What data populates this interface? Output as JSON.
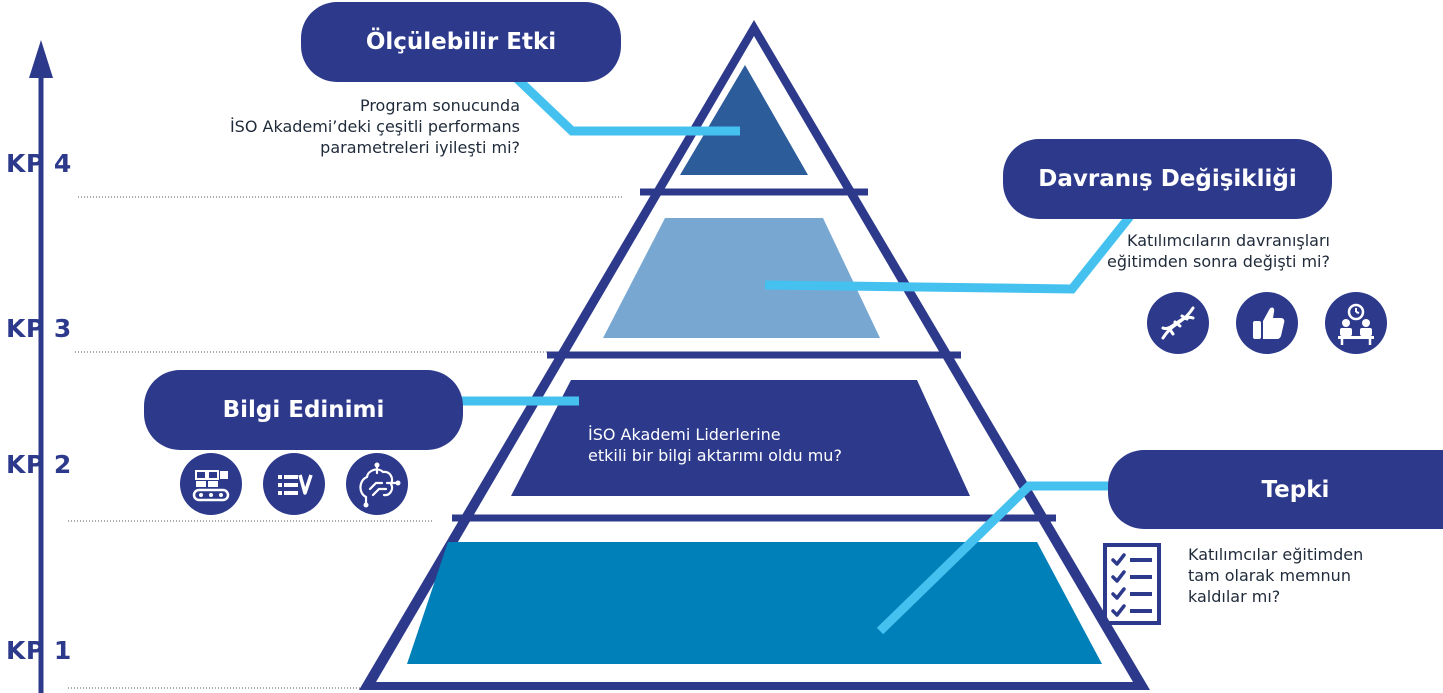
{
  "levels": {
    "kp4": "KP 4",
    "kp3": "KP 3",
    "kp2": "KP 2",
    "kp1": "KP 1"
  },
  "level4": {
    "title": "Ölçülebilir Etki",
    "question_lines": [
      "Program sonucunda",
      "İSO Akademi’deki çeşitli performans",
      "parametreleri iyileşti mi?"
    ]
  },
  "level3": {
    "title": "Davranış Değişikliği",
    "question_lines": [
      "Katılımcıların davranışları",
      "eğitimden sonra değişti mi?"
    ],
    "icons": [
      "dna-icon",
      "thumbs-up-icon",
      "meeting-icon"
    ]
  },
  "level2": {
    "title": "Bilgi Edinimi",
    "question_lines": [
      "İSO Akademi Liderlerine",
      "etkili bir bilgi aktarımı oldu mu?"
    ],
    "icons": [
      "conveyor-icon",
      "list-check-icon",
      "brain-circuit-icon"
    ]
  },
  "level1": {
    "title": "Tepki",
    "question_lines": [
      "Katılımcılar eğitimden",
      "tam olarak memnun",
      "kaldılar mı?"
    ],
    "icons": [
      "checklist-icon"
    ]
  },
  "colors": {
    "navy": "#2d3a8c",
    "level4_fill": "#2d5c9a",
    "level3_fill": "#78a8d2",
    "level2_fill": "#2d3a8c",
    "level1_fill": "#0080b8",
    "connector": "#45c1f0"
  }
}
